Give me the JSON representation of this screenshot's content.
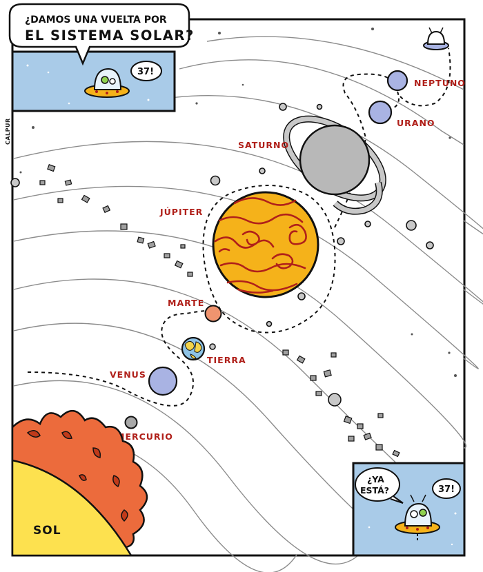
{
  "intro_bubble": {
    "line1": "¿DAMOS UNA VUELTA POR",
    "line2": "EL SISTEMA SOLAR?"
  },
  "counter_top": "37!",
  "counter_bottom": "37!",
  "outro_bubble": {
    "line1": "¿YA",
    "line2": "ESTÁ?"
  },
  "credit": "CALPUR",
  "sun_label": "SOL",
  "planets": [
    {
      "key": "mercurio",
      "label": "MERCURIO",
      "color": "#a8a8a8"
    },
    {
      "key": "venus",
      "label": "VENUS",
      "color": "#a9b3e3"
    },
    {
      "key": "tierra",
      "label": "TIERRA",
      "color": "#8ec3e6"
    },
    {
      "key": "marte",
      "label": "MARTE",
      "color": "#f0946f"
    },
    {
      "key": "jupiter",
      "label": "JÚPITER",
      "color": "#f5b21a"
    },
    {
      "key": "saturno",
      "label": "SATURNO",
      "color": "#b8b8b8"
    },
    {
      "key": "urano",
      "label": "URANO",
      "color": "#a9b3e3"
    },
    {
      "key": "neptuno",
      "label": "NEPTUNO",
      "color": "#a9b3e3"
    }
  ],
  "colors": {
    "panel_blue": "#a9cbe8",
    "label_red": "#b0201a",
    "sun_yellow": "#fde14f",
    "flare_orange": "#ec6b3c",
    "flare_dark": "#c03a1a"
  }
}
